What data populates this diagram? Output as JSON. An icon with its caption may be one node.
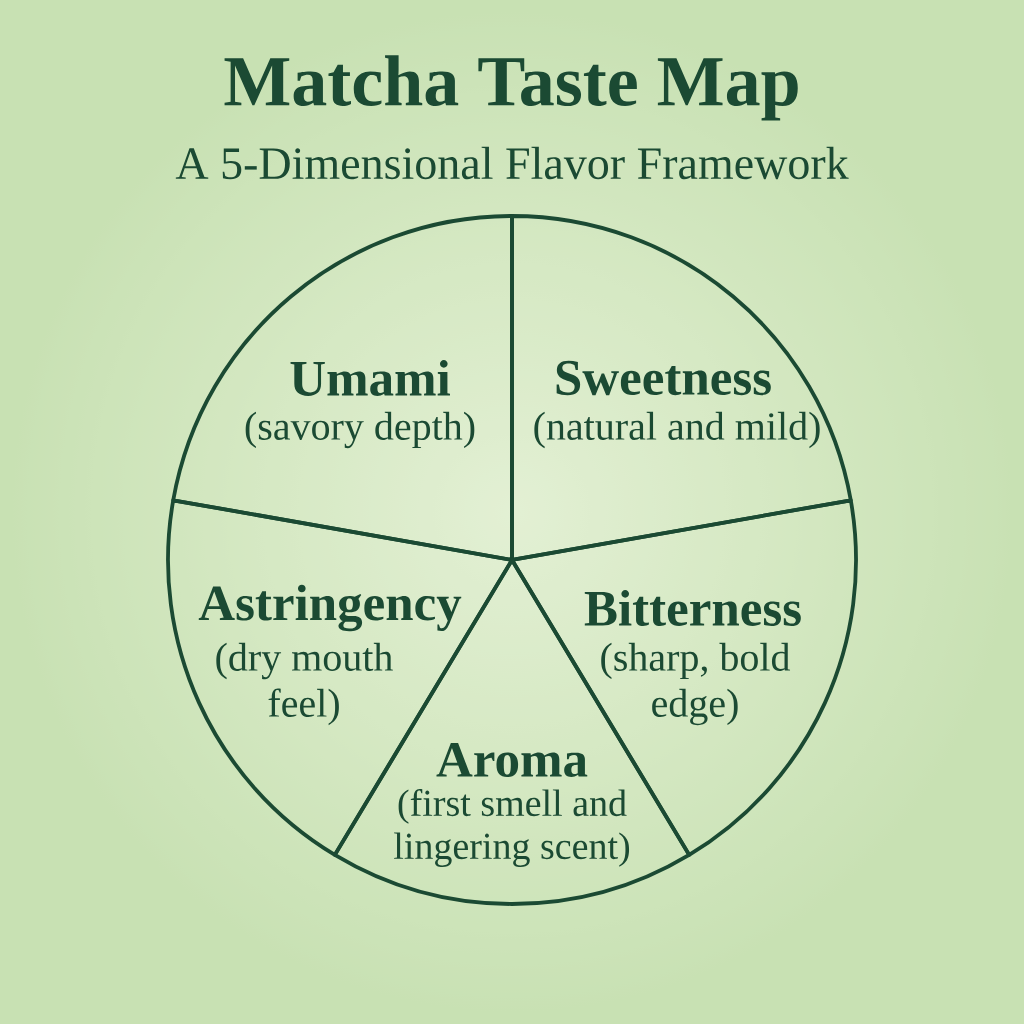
{
  "diagram": {
    "title": "Matcha Taste Map",
    "nodes": [
      {
        "text": [
          "Umami",
          "(savory depth)"
        ]
      },
      {
        "text": [
          "Sweetness",
          "(natural and mild)"
        ]
      },
      {
        "text": [
          "Astringency",
          "(dry mouth feel)"
        ]
      },
      {
        "text": [
          "Bitterness",
          "(sharp, bold edge)"
        ]
      },
      {
        "text": [
          "Aroma",
          "(first smell and lingering scent)"
        ]
      }
    ],
    "labels": [
      "A 5-Dimensional Flavor Framework"
    ]
  }
}
